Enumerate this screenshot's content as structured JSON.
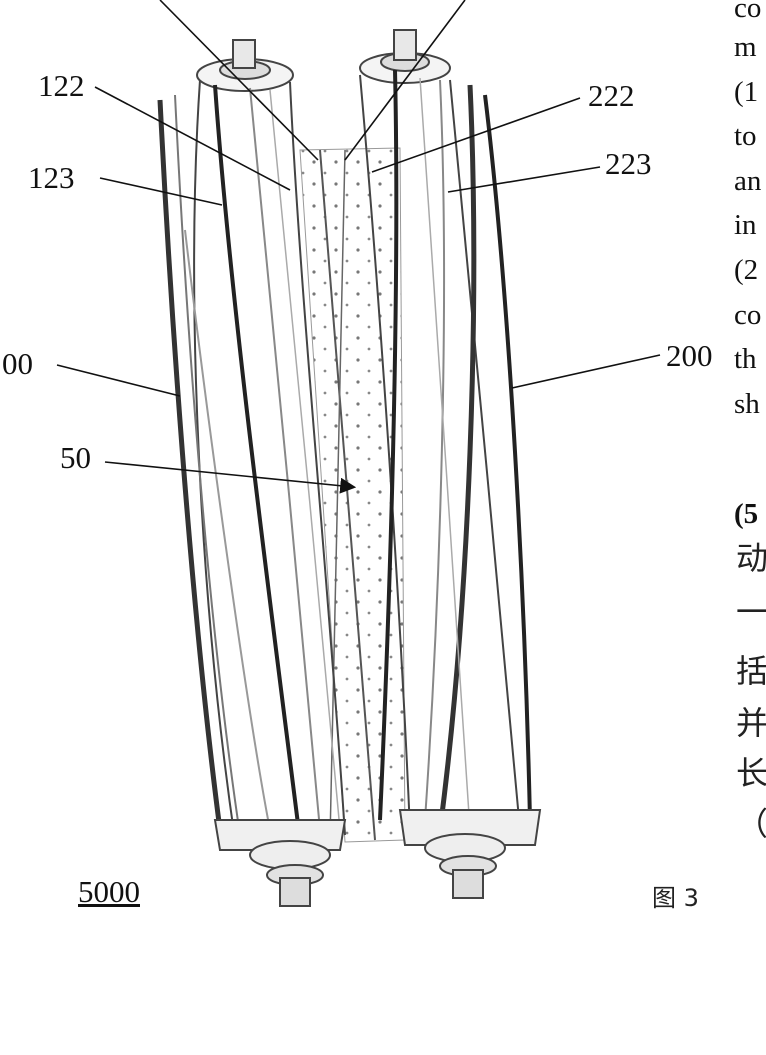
{
  "figure": {
    "number": "5000",
    "caption": "图 3",
    "labels": {
      "l122": "122",
      "l123": "123",
      "l100": "00",
      "l50": "50",
      "l222": "222",
      "l223": "223",
      "l200": "200"
    }
  },
  "side_text": {
    "english": [
      "co",
      "m",
      "(1",
      "to",
      "an",
      "in",
      "(2",
      "co",
      "th",
      "sh"
    ],
    "para_start": "(5",
    "chinese": [
      "动",
      "一",
      "括",
      "并",
      "长",
      "（"
    ]
  }
}
